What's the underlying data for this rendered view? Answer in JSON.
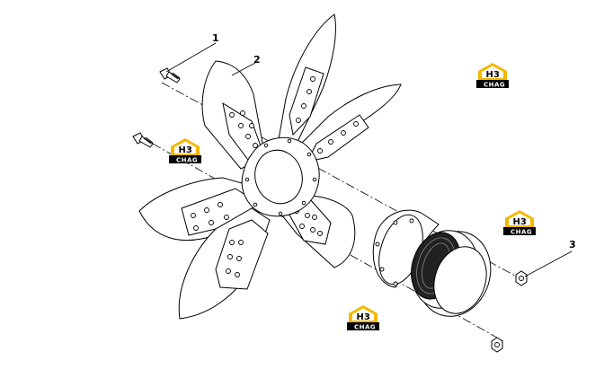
{
  "callouts": [
    {
      "number": "1"
    },
    {
      "number": "2"
    },
    {
      "number": "3"
    }
  ],
  "watermark": {
    "logo_mark": "H3",
    "logo_text": "CHAG",
    "accent_color": "#f5b800",
    "text_bg_color": "#000000"
  }
}
